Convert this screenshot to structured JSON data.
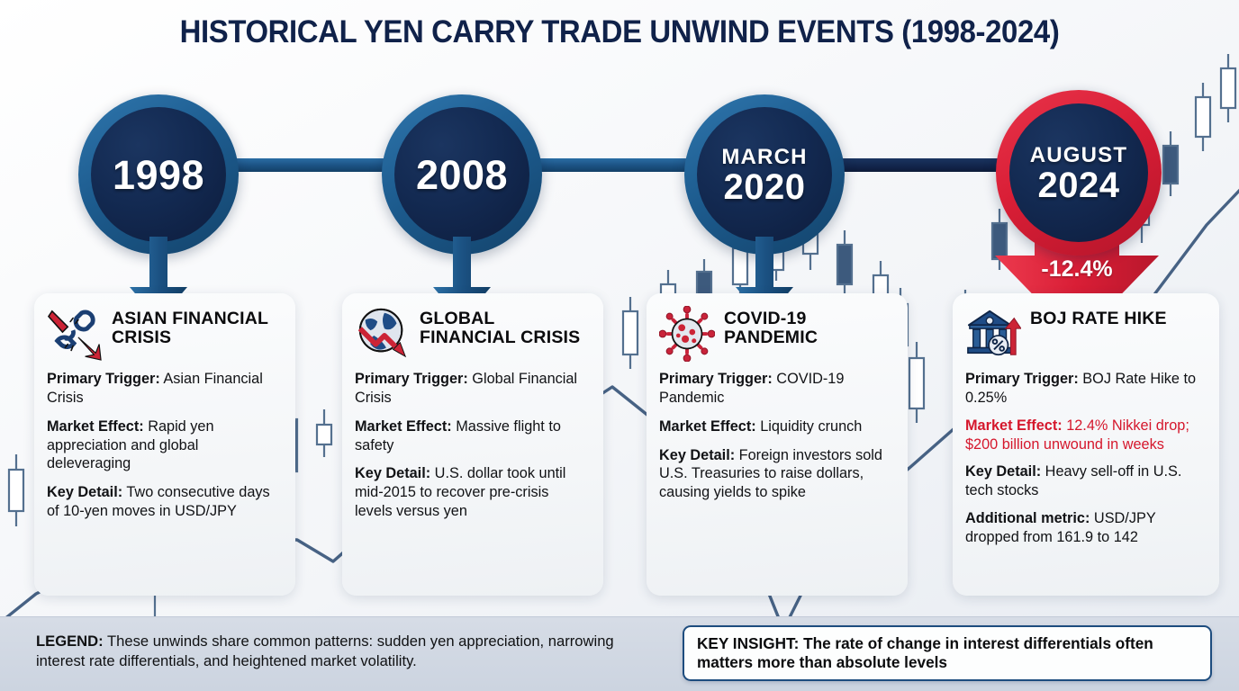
{
  "header": {
    "title": "HISTORICAL YEN CARRY TRADE UNWIND EVENTS (1998-2024)"
  },
  "timeline": {
    "nodes": [
      {
        "id": "node-1998",
        "month": "",
        "year": "1998",
        "accent": "#1d5c8f",
        "style": "blue"
      },
      {
        "id": "node-2008",
        "month": "",
        "year": "2008",
        "accent": "#1d5c8f",
        "style": "blue"
      },
      {
        "id": "node-2020",
        "month": "MARCH",
        "year": "2020",
        "accent": "#1d5c8f",
        "style": "blue"
      },
      {
        "id": "node-2024",
        "month": "AUGUST",
        "year": "2024",
        "accent": "#d91e36",
        "style": "red",
        "badge": "-12.4%"
      }
    ]
  },
  "cards": [
    {
      "icon": "broken-chain-icon",
      "title": "ASIAN FINANCIAL CRISIS",
      "rows": [
        {
          "label": "Primary Trigger:",
          "value": " Asian Financial Crisis",
          "alert": false
        },
        {
          "label": "Market Effect:",
          "value": " Rapid yen appreciation and global deleveraging",
          "alert": false
        },
        {
          "label": "Key Detail:",
          "value": " Two consecutive days of 10-yen moves in USD/JPY",
          "alert": false
        }
      ]
    },
    {
      "icon": "globe-decline-icon",
      "title": "GLOBAL FINANCIAL CRISIS",
      "rows": [
        {
          "label": "Primary Trigger:",
          "value": " Global Financial Crisis",
          "alert": false
        },
        {
          "label": "Market Effect:",
          "value": " Massive flight to safety",
          "alert": false
        },
        {
          "label": "Key Detail:",
          "value": " U.S. dollar took until mid-2015 to recover pre-crisis levels versus yen",
          "alert": false
        }
      ]
    },
    {
      "icon": "virus-icon",
      "title": "COVID-19 PANDEMIC",
      "rows": [
        {
          "label": "Primary Trigger:",
          "value": " COVID-19 Pandemic",
          "alert": false
        },
        {
          "label": "Market Effect:",
          "value": " Liquidity crunch",
          "alert": false
        },
        {
          "label": "Key Detail:",
          "value": " Foreign investors sold U.S. Treasuries to raise dollars, causing yields to spike",
          "alert": false
        }
      ]
    },
    {
      "icon": "bank-rate-hike-icon",
      "title": "BOJ RATE HIKE",
      "rows": [
        {
          "label": "Primary Trigger:",
          "value": " BOJ Rate Hike to 0.25%",
          "alert": false
        },
        {
          "label": "Market Effect:",
          "value": " 12.4% Nikkei drop; $200 billion unwound in weeks",
          "alert": true
        },
        {
          "label": "Key Detail:",
          "value": " Heavy sell-off in U.S. tech stocks",
          "alert": false
        },
        {
          "label": "Additional metric:",
          "value": " USD/JPY dropped from 161.9 to 142",
          "alert": false
        }
      ]
    }
  ],
  "footer": {
    "legend_label": "LEGEND:",
    "legend_text": " These unwinds share common patterns: sudden yen appreciation, narrowing interest rate differentials, and heightened market volatility.",
    "insight_text": "KEY INSIGHT: The rate of change in interest differentials often matters more than absolute levels"
  },
  "colors": {
    "navy": "#12284c",
    "blue": "#1d5c8f",
    "red": "#d91e36",
    "alert_text": "#d5172c",
    "card_bg": "#f4f6f8",
    "footer_bg": "#ccd4e0"
  }
}
